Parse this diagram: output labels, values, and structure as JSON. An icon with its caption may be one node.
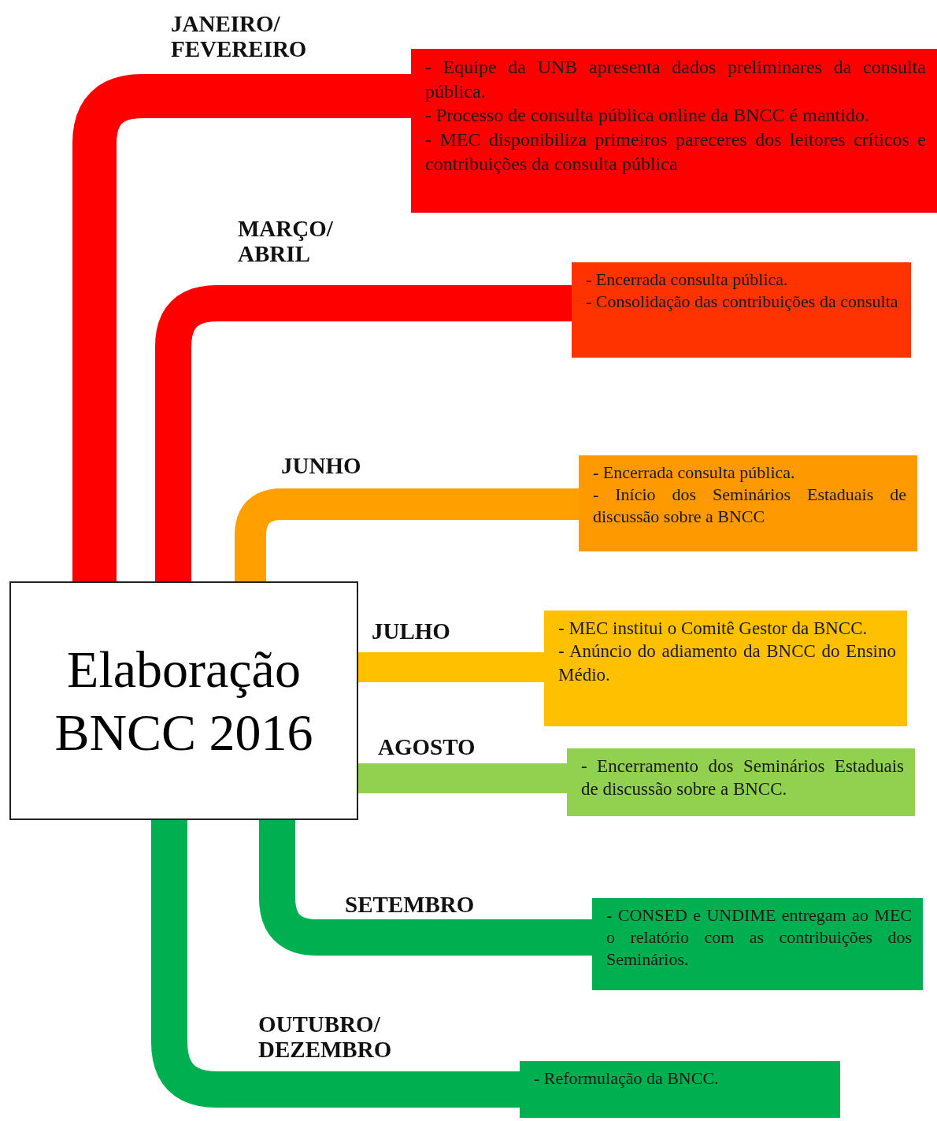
{
  "diagram": {
    "nodes": [
      {
        "text": [
          "Elaboração BNCC 2016"
        ]
      },
      {
        "text": [
          "- Equipe da UNB apresenta dados preliminares da consulta pública.",
          "- Processo de consulta pública online da BNCC é mantido.",
          "- MEC disponibiliza primeiros pareceres dos leitores críticos e contribuições da consulta pública"
        ]
      },
      {
        "text": [
          "- Encerrada consulta pública.",
          "- Consolidação das contribuições da consulta"
        ]
      },
      {
        "text": [
          "- Encerrada consulta pública.",
          "- Início dos Seminários Estaduais de discussão sobre a BNCC"
        ]
      },
      {
        "text": [
          "- MEC institui o Comitê Gestor da BNCC.",
          "- Anúncio do adiamento da BNCC do Ensino Médio."
        ]
      },
      {
        "text": [
          "- Encerramento dos Seminários Estaduais de discussão sobre a BNCC."
        ]
      },
      {
        "text": [
          "- CONSED e UNDIME entregam ao MEC o relatório com as contribuições dos Seminários."
        ]
      },
      {
        "text": [
          "- Reformulação da BNCC."
        ]
      }
    ],
    "edges": [
      {
        "from": 0,
        "to": 1,
        "arrow": "none",
        "label": "JANEIRO/ FEVEREIRO",
        "color": "#ff0000"
      },
      {
        "from": 0,
        "to": 2,
        "arrow": "none",
        "label": "MARÇO/ ABRIL",
        "color": "#ff0000"
      },
      {
        "from": 0,
        "to": 3,
        "arrow": "none",
        "label": "JUNHO",
        "color": "#ffa000"
      },
      {
        "from": 0,
        "to": 4,
        "arrow": "none",
        "label": "JULHO",
        "color": "#ffc000"
      },
      {
        "from": 0,
        "to": 5,
        "arrow": "none",
        "label": "AGOSTO",
        "color": "#92d050"
      },
      {
        "from": 0,
        "to": 6,
        "arrow": "none",
        "label": "SETEMBRO",
        "color": "#00b050"
      },
      {
        "from": 0,
        "to": 7,
        "arrow": "none",
        "label": "OUTUBRO/ DEZEMBRO",
        "color": "#00b050"
      }
    ]
  }
}
